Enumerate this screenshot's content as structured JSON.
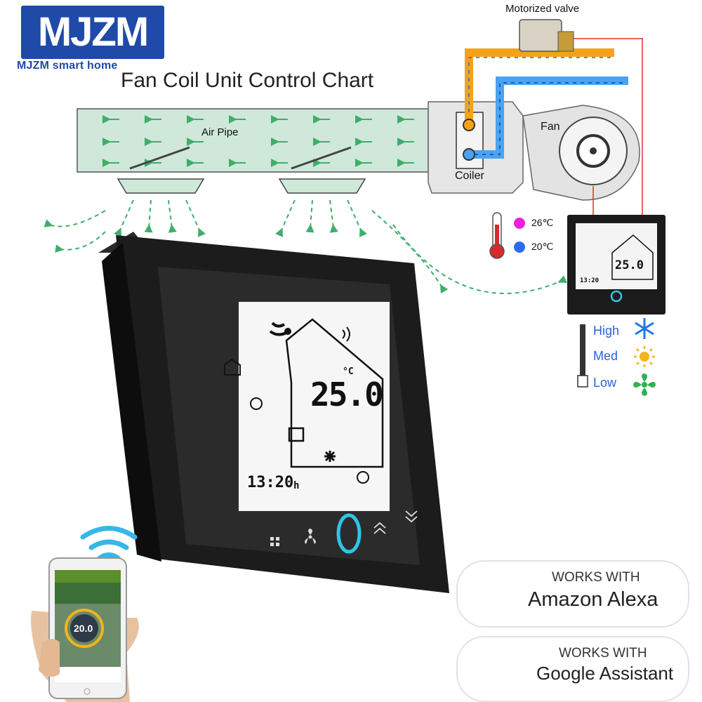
{
  "brand": {
    "logo_text": "MJZM",
    "tagline": "MJZM smart home"
  },
  "title": "Fan Coil Unit Control Chart",
  "diagram": {
    "motorized_valve": "Motorized valve",
    "air_pipe": "Air Pipe",
    "fan": "Fan",
    "coiler": "Coiler",
    "hot_temp": "26℃",
    "cold_temp": "20℃",
    "colors": {
      "hot": "#f5a21b",
      "cold": "#4aa3f0",
      "duct": "#cfe8da",
      "arrow": "#3fae6a"
    }
  },
  "fan_speed": {
    "high": "High",
    "med": "Med",
    "low": "Low"
  },
  "thermostat": {
    "temperature": "25.0",
    "unit": "°C",
    "time": "13:20",
    "time_suffix": "h"
  },
  "phone": {
    "temperature": "20.0"
  },
  "badges": {
    "alexa": {
      "top": "WORKS WITH",
      "main": "Amazon Alexa"
    },
    "google": {
      "top": "WORKS WITH",
      "main": "Google Assistant"
    }
  }
}
